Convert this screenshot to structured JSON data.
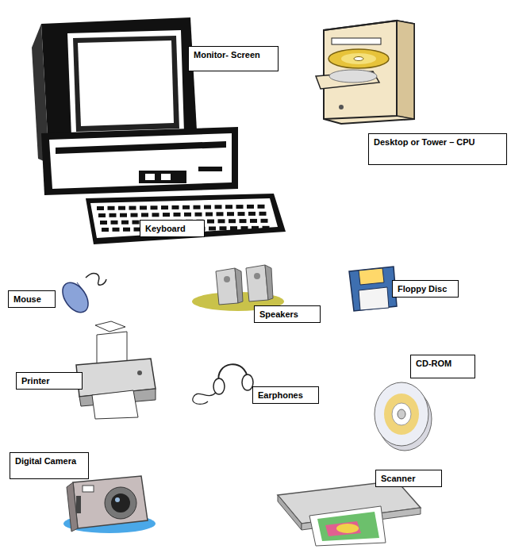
{
  "diagram": {
    "nodes": [
      {
        "text": [
          "Monitor- Screen"
        ]
      },
      {
        "text": [
          "Desktop or Tower – CPU"
        ]
      },
      {
        "text": [
          "Keyboard"
        ]
      },
      {
        "text": [
          "Mouse"
        ]
      },
      {
        "text": [
          "Speakers"
        ]
      },
      {
        "text": [
          "Floppy Disc"
        ]
      },
      {
        "text": [
          "Printer"
        ]
      },
      {
        "text": [
          "Earphones"
        ]
      },
      {
        "text": [
          "CD-ROM"
        ]
      },
      {
        "text": [
          "Digital Camera"
        ]
      },
      {
        "text": [
          "Scanner"
        ]
      }
    ]
  }
}
